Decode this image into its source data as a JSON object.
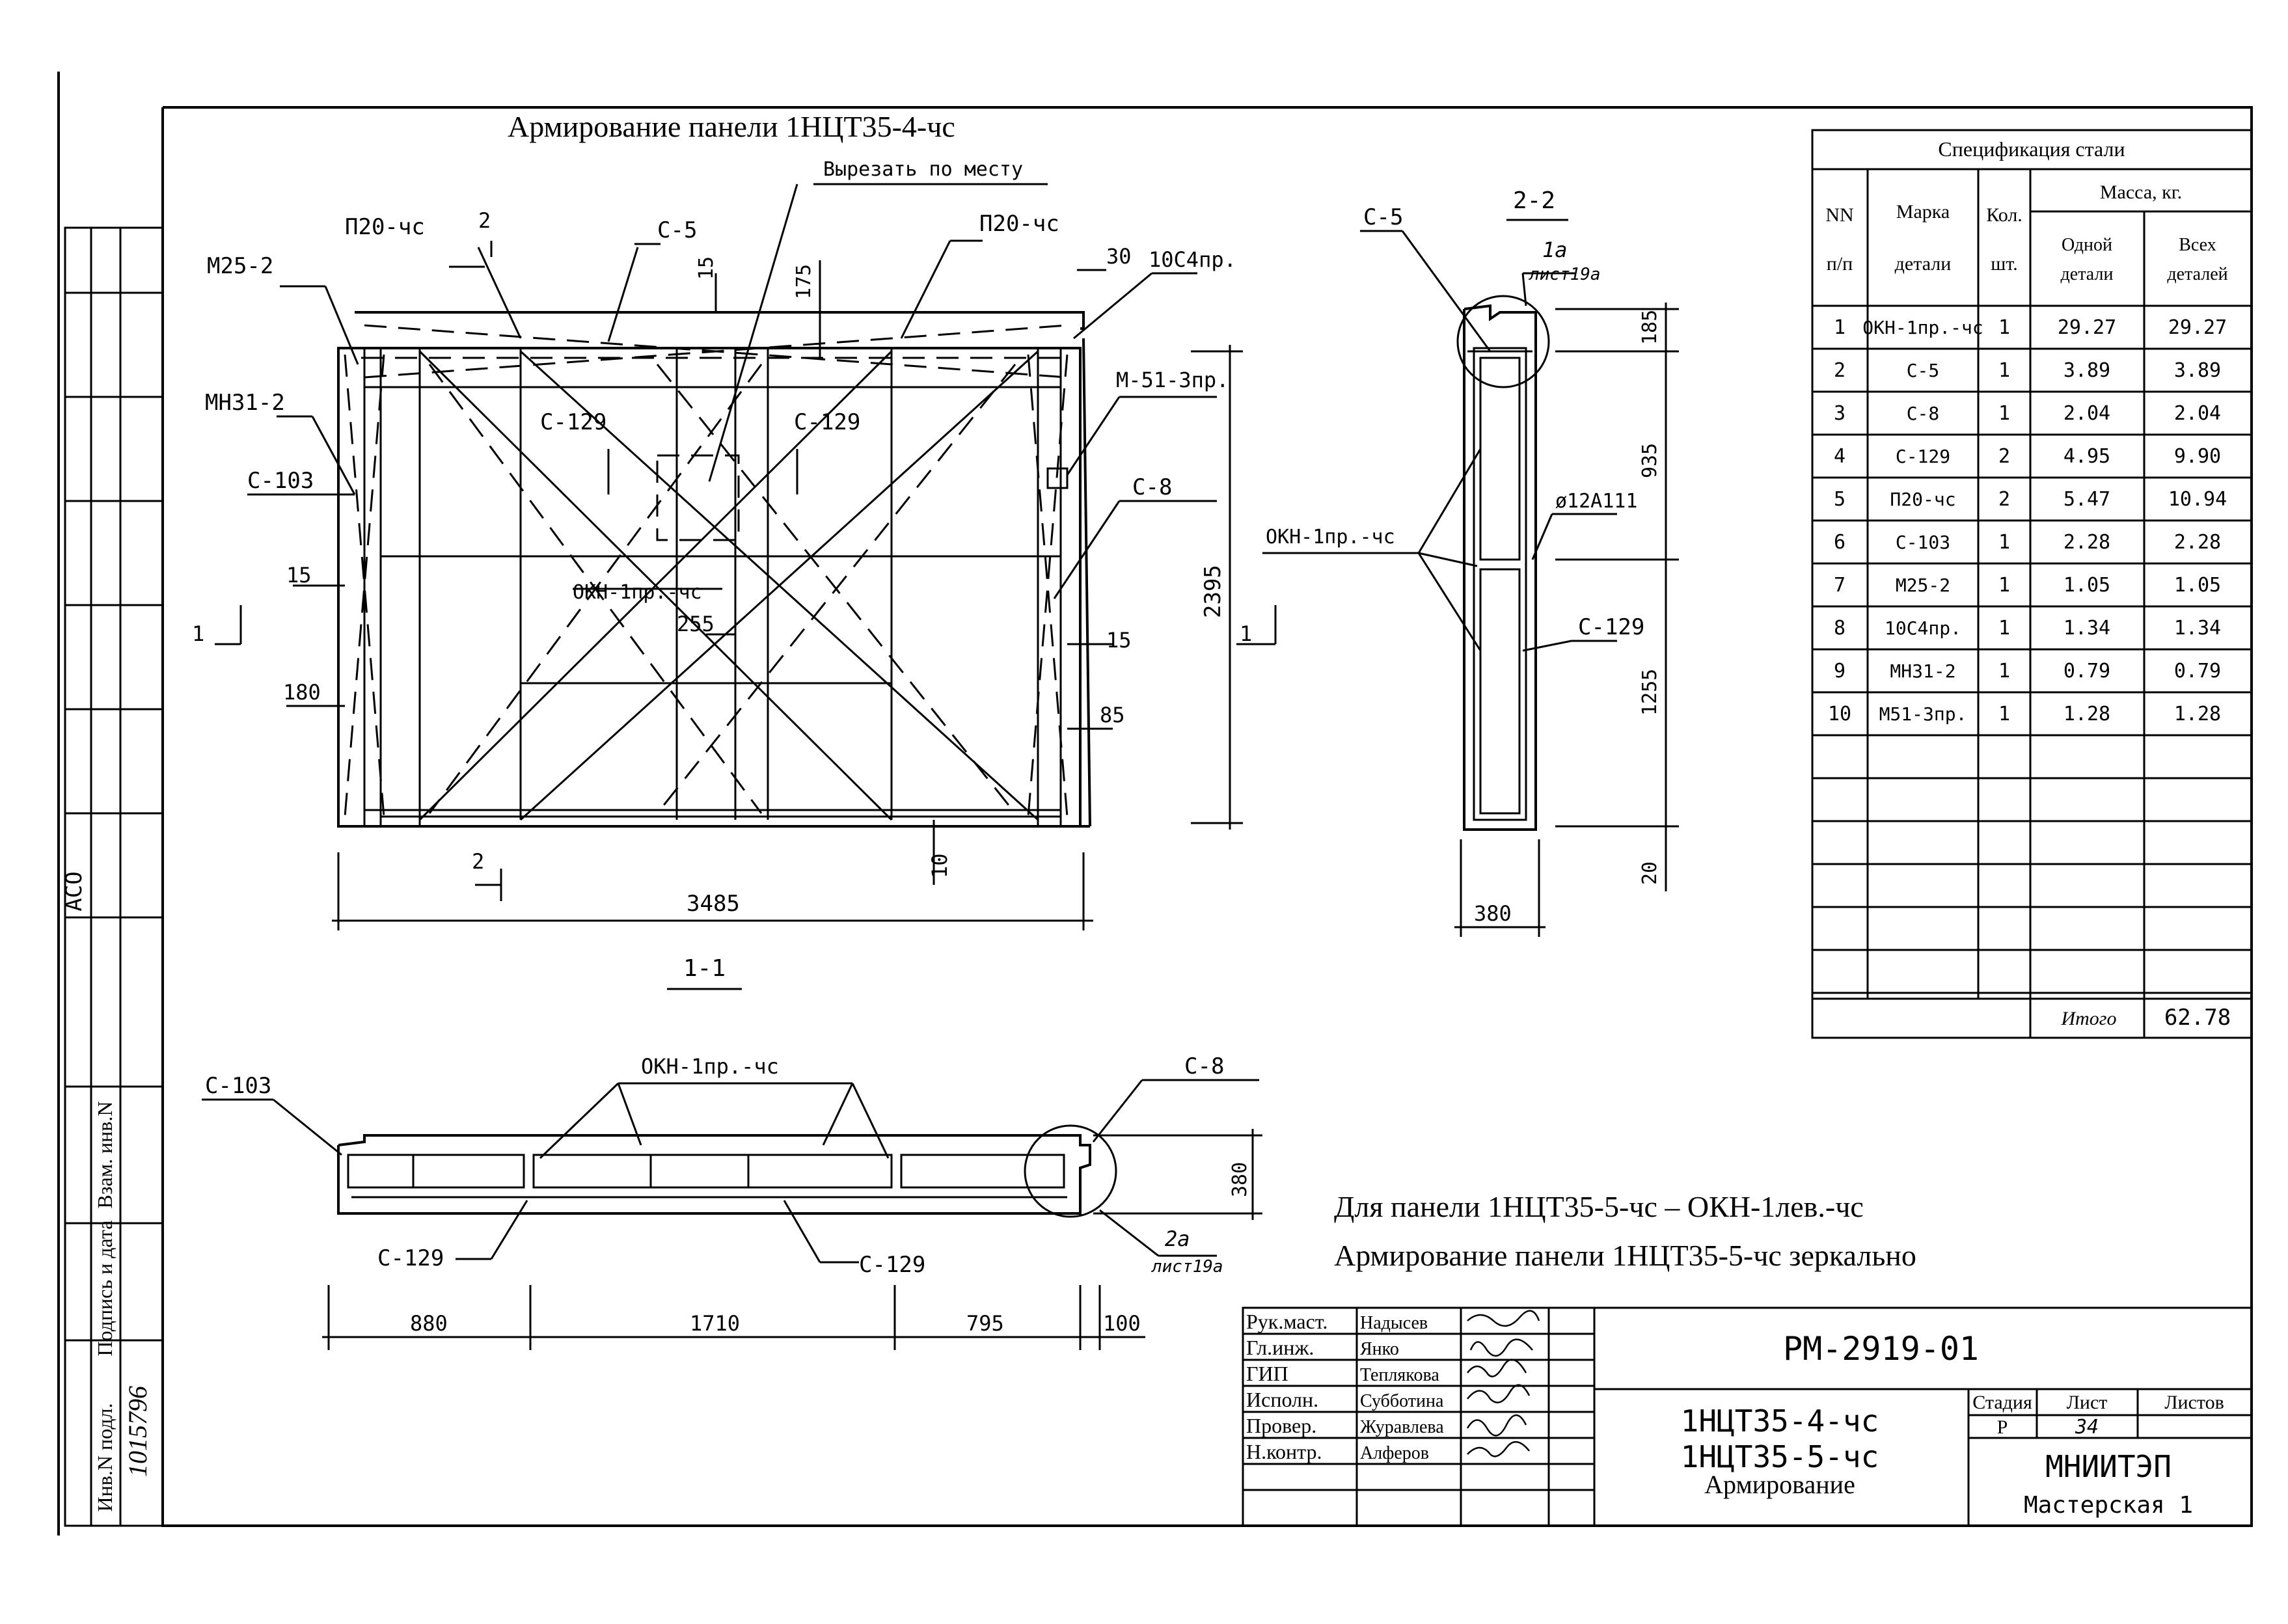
{
  "sheet": {
    "main_title": "Армирование панели 1НЦТ35-4-чс",
    "cut_note": "Вырезать по месту",
    "section_2_2": "2-2",
    "section_1_1": "1-1",
    "note_line1": "Для панели 1НЦТ35-5-чс – ОКН-1лев.-чс",
    "note_line2": "Армирование панели 1НЦТ35-5-чс зеркально",
    "side_label": "АСО",
    "side_stamp_labels": [
      "Инв.N подл.",
      "Подпись и дата",
      "Взам. инв.N"
    ],
    "inventory_number": "1015796"
  },
  "elevation": {
    "labels": {
      "p20_left": "П20-чс",
      "s5": "С-5",
      "p20_right": "П20-чс",
      "m25": "М25-2",
      "mn31": "МН31-2",
      "s103": "С-103",
      "s129_a": "С-129",
      "s129_b": "С-129",
      "okn": "ОКН-1пр.-чс",
      "c10": "10С4пр.",
      "m51": "М-51-3пр.",
      "s8": "С-8"
    },
    "dims": {
      "d2": "2",
      "d15_top": "15",
      "d175": "175",
      "d30": "30",
      "d15_left": "15",
      "d180": "180",
      "d255": "255",
      "d15_right": "15",
      "d85": "85",
      "d2395": "2395",
      "d10": "10",
      "d3485": "3485",
      "cut1_left": "1",
      "cut1_right": "1",
      "cut2_bottom": "2"
    }
  },
  "section22": {
    "labels": {
      "s5": "С-5",
      "callout_num": "1а",
      "callout_sheet": "лист19а",
      "okn": "ОКН-1пр.-чс",
      "rebar": "ø12А111",
      "s129": "С-129"
    },
    "dims": {
      "d185": "185",
      "d935": "935",
      "d1255": "1255",
      "d20": "20",
      "d380": "380"
    }
  },
  "section11": {
    "labels": {
      "s103": "С-103",
      "okn": "ОКН-1пр.-чс",
      "s8": "С-8",
      "s129_a": "С-129",
      "s129_b": "С-129",
      "callout_num": "2а",
      "callout_sheet": "лист19а"
    },
    "dims": {
      "d380": "380",
      "d880": "880",
      "d1710": "1710",
      "d795": "795",
      "d100": "100"
    }
  },
  "spec_table": {
    "title": "Спецификация стали",
    "headers": {
      "nn_top": "NN",
      "nn_bottom": "п/п",
      "mark_top": "Марка",
      "mark_bottom": "детали",
      "qty_top": "Кол.",
      "qty_bottom": "шт.",
      "mass": "Масса, кг.",
      "one_top": "Одной",
      "one_bottom": "детали",
      "all_top": "Всех",
      "all_bottom": "деталей"
    },
    "rows": [
      [
        "1",
        "ОКН-1пр.-чс",
        "1",
        "29.27",
        "29.27"
      ],
      [
        "2",
        "С-5",
        "1",
        "3.89",
        "3.89"
      ],
      [
        "3",
        "С-8",
        "1",
        "2.04",
        "2.04"
      ],
      [
        "4",
        "С-129",
        "2",
        "4.95",
        "9.90"
      ],
      [
        "5",
        "П20-чс",
        "2",
        "5.47",
        "10.94"
      ],
      [
        "6",
        "С-103",
        "1",
        "2.28",
        "2.28"
      ],
      [
        "7",
        "М25-2",
        "1",
        "1.05",
        "1.05"
      ],
      [
        "8",
        "10С4пр.",
        "1",
        "1.34",
        "1.34"
      ],
      [
        "9",
        "МН31-2",
        "1",
        "0.79",
        "0.79"
      ],
      [
        "10",
        "М51-3пр.",
        "1",
        "1.28",
        "1.28"
      ]
    ],
    "total_label": "Итого",
    "total_value": "62.78"
  },
  "title_block": {
    "roles": [
      [
        "Рук.маст.",
        "Надысев"
      ],
      [
        "Гл.инж.",
        "Янко"
      ],
      [
        "ГИП",
        "Теплякова"
      ],
      [
        "Исполн.",
        "Субботина"
      ],
      [
        "Провер.",
        "Журавлева"
      ],
      [
        "Н.контр.",
        "Алферов"
      ]
    ],
    "doc_code": "РМ-2919-01",
    "name_line1": "1НЦТ35-4-чс",
    "name_line2": "1НЦТ35-5-чс",
    "name_line3": "Армирование",
    "stage_label": "Стадия",
    "sheet_label": "Лист",
    "sheets_label": "Листов",
    "stage_value": "Р",
    "sheet_value": "34",
    "org": "МНИИТЭП",
    "workshop": "Мастерская 1"
  }
}
